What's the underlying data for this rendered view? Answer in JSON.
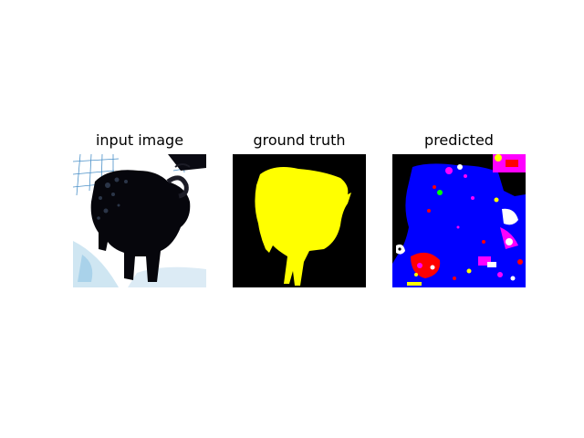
{
  "panels": [
    {
      "title": "input image"
    },
    {
      "title": "ground truth"
    },
    {
      "title": "predicted"
    }
  ],
  "colors": {
    "background": "#ffffff",
    "mask_background": "#000000",
    "ground_truth_mask": "#ffff00",
    "predicted_dominant": "#0000ff",
    "predicted_noise": [
      "#ff0000",
      "#ff00ff",
      "#ffffff",
      "#ffff00",
      "#00ff00",
      "#000000"
    ]
  }
}
